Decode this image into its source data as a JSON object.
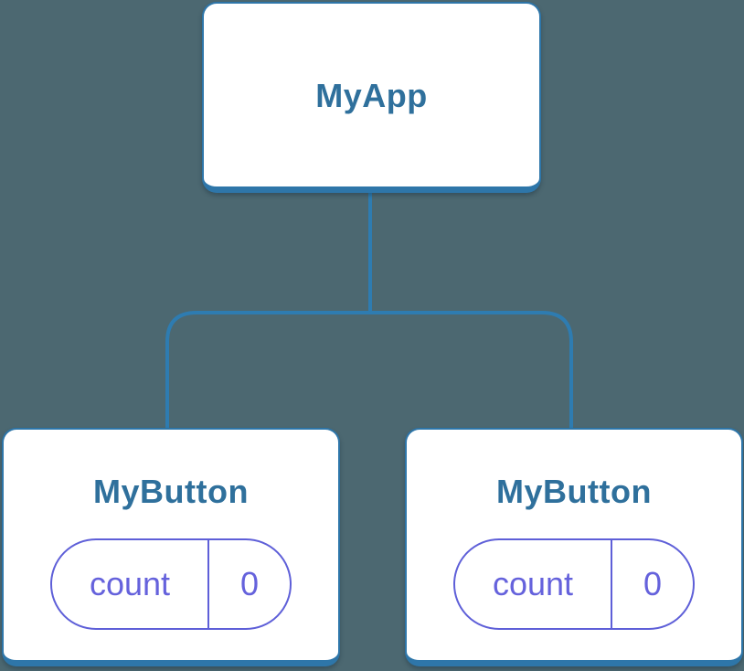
{
  "colors": {
    "bg": "#4C6871",
    "node_bg": "#FFFFFF",
    "node_border": "#2E76A9",
    "connector": "#2E7CB1",
    "title": "#2F709C",
    "pill_border": "#5E5FD8",
    "pill_text": "#6562DC"
  },
  "tree": {
    "root": {
      "label": "MyApp"
    },
    "children": [
      {
        "label": "MyButton",
        "state": {
          "key": "count",
          "value": "0"
        }
      },
      {
        "label": "MyButton",
        "state": {
          "key": "count",
          "value": "0"
        }
      }
    ]
  }
}
